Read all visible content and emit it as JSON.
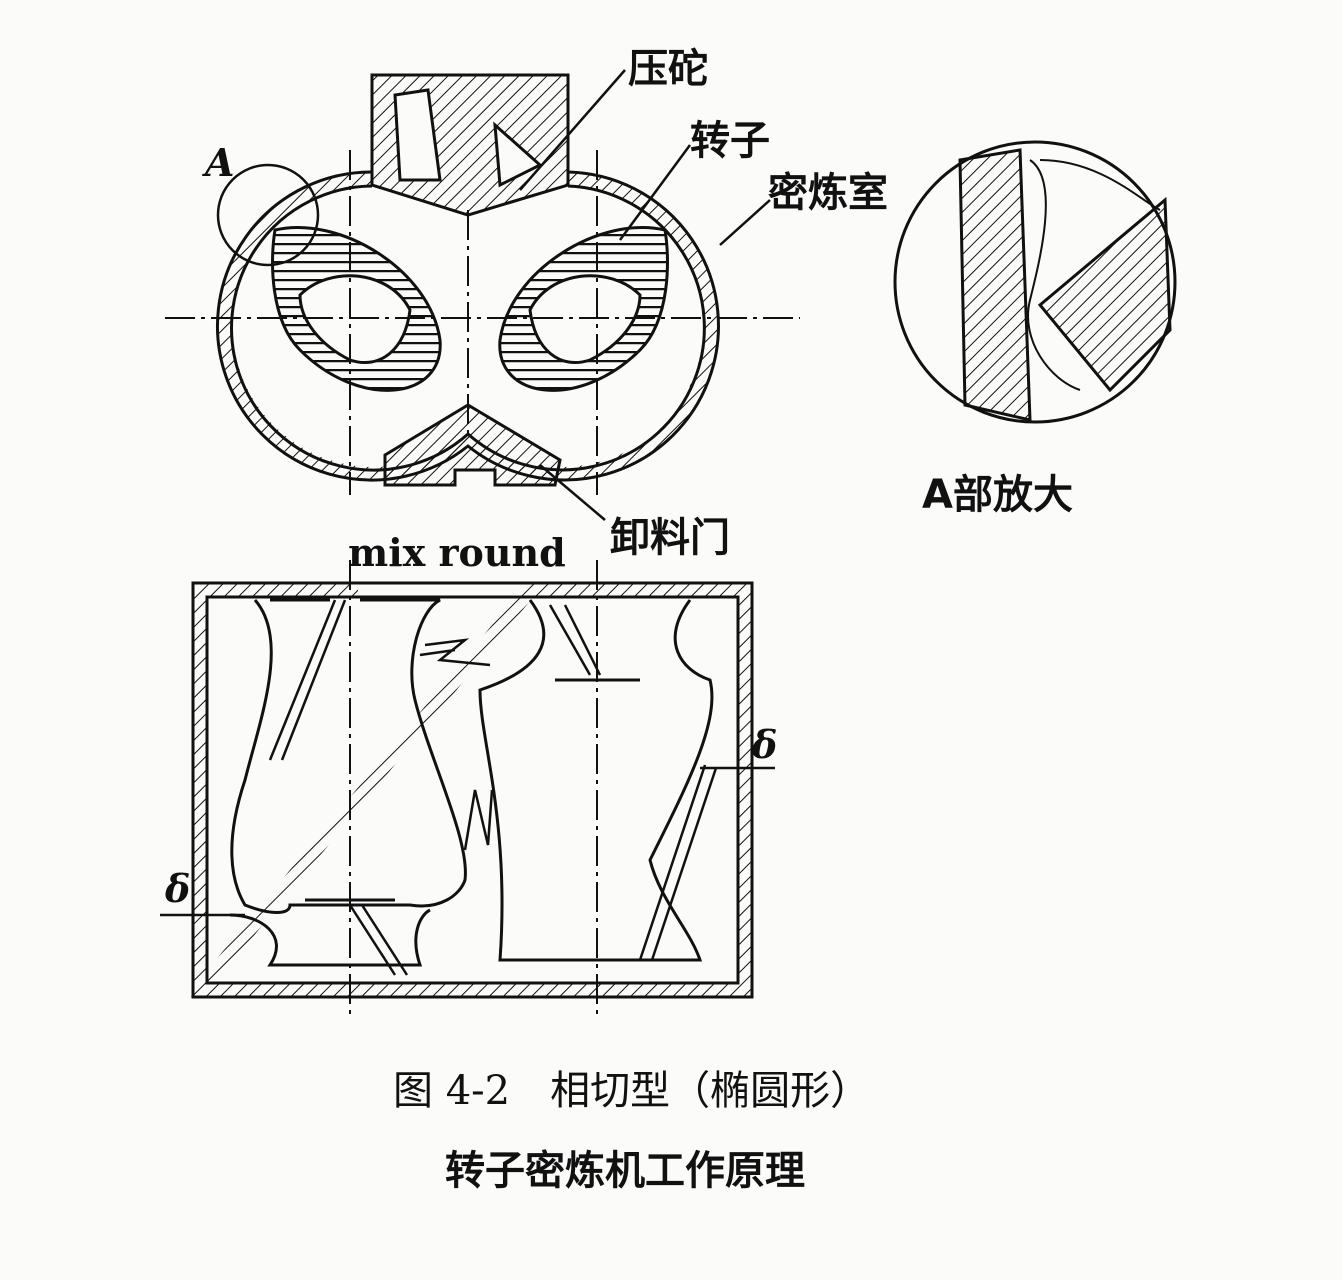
{
  "labels": {
    "ram": "压砣",
    "rotor": "转子",
    "chamber": "密炼室",
    "detail_marker": "A",
    "detail_title": "A部放大",
    "discharge_door": "卸料门",
    "mix_round": "mix round",
    "clearance_right": "δ",
    "clearance_left": "δ"
  },
  "caption": {
    "line1": "图 4-2　相切型（椭圆形）",
    "line2": "转子密炼机工作原理"
  }
}
